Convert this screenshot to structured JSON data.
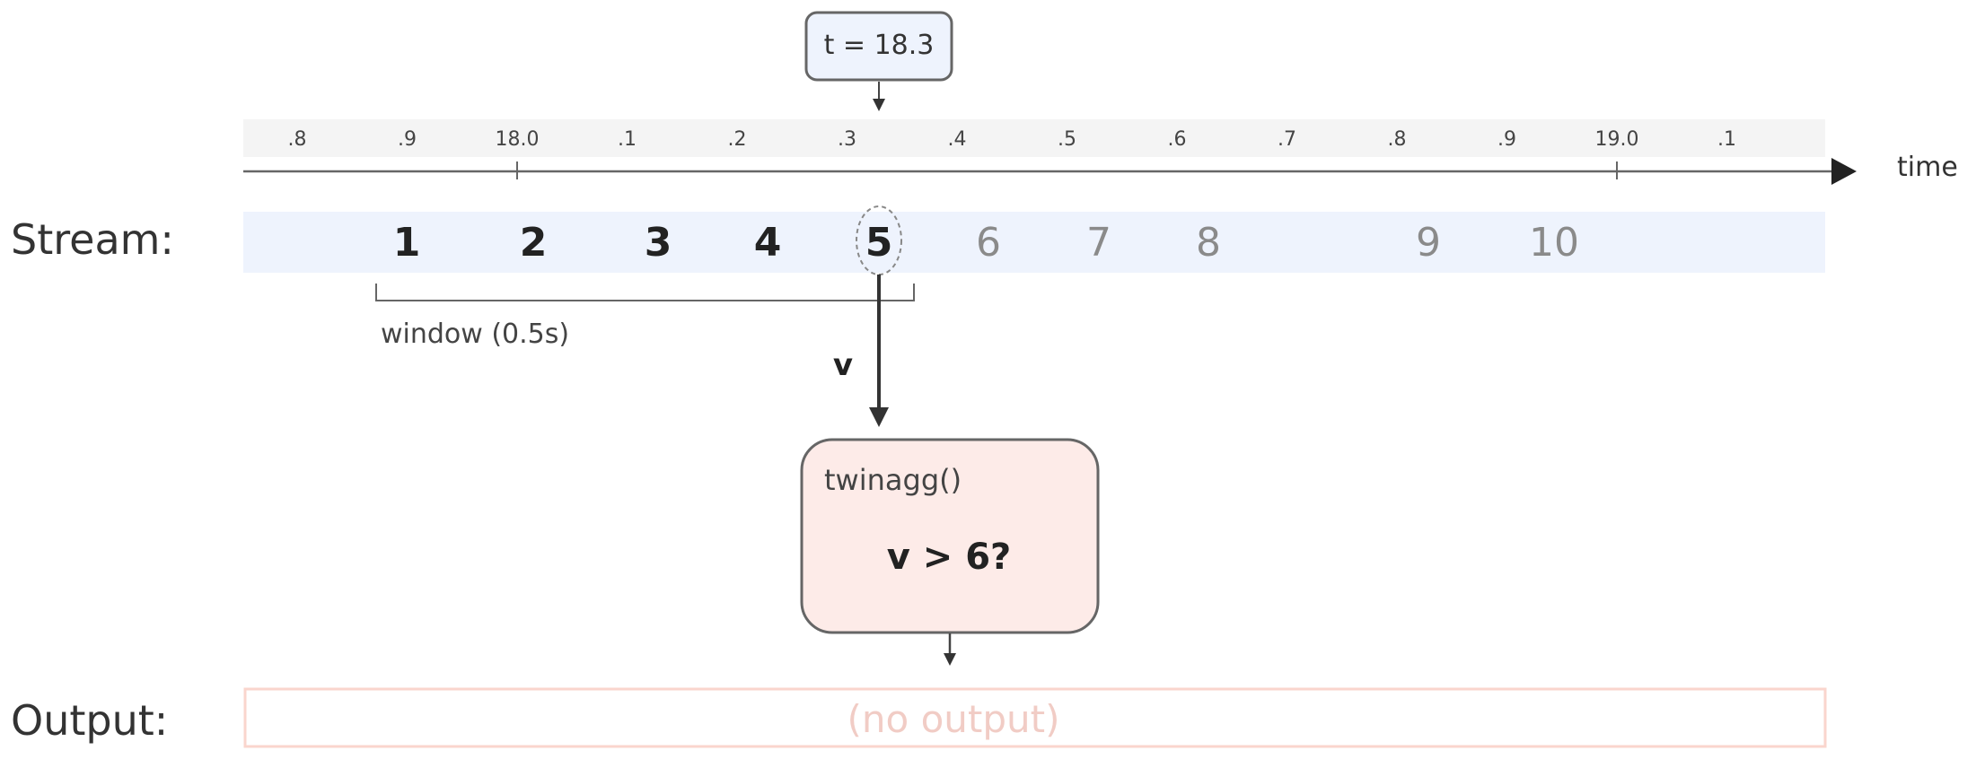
{
  "timestamp_badge": {
    "label": "t = 18.3"
  },
  "time_axis": {
    "label": "time",
    "ticks": [
      ".8",
      ".9",
      "18.0",
      ".1",
      ".2",
      ".3",
      ".4",
      ".5",
      ".6",
      ".7",
      ".8",
      ".9",
      "19.0",
      ".1"
    ],
    "major_ticks": [
      "18.0",
      "19.0"
    ]
  },
  "stream": {
    "label": "Stream:",
    "events": [
      {
        "value": "1",
        "state": "active"
      },
      {
        "value": "2",
        "state": "active"
      },
      {
        "value": "3",
        "state": "active"
      },
      {
        "value": "4",
        "state": "active"
      },
      {
        "value": "5",
        "state": "current"
      },
      {
        "value": "6",
        "state": "future"
      },
      {
        "value": "7",
        "state": "future"
      },
      {
        "value": "8",
        "state": "future"
      },
      {
        "value": "9",
        "state": "future"
      },
      {
        "value": "10",
        "state": "future"
      }
    ]
  },
  "window": {
    "label": "window (0.5s)"
  },
  "input_arrow": {
    "label": "v"
  },
  "function_box": {
    "name": "twinagg()",
    "condition": "v > 6?"
  },
  "output": {
    "label": "Output:",
    "placeholder": "(no output)"
  },
  "colors": {
    "stream_band": "#eef3fd",
    "tick_band": "#f4f4f4",
    "function_fill": "#fdebe8",
    "output_border": "#fad5cd",
    "badge_fill": "#eef3fd"
  }
}
